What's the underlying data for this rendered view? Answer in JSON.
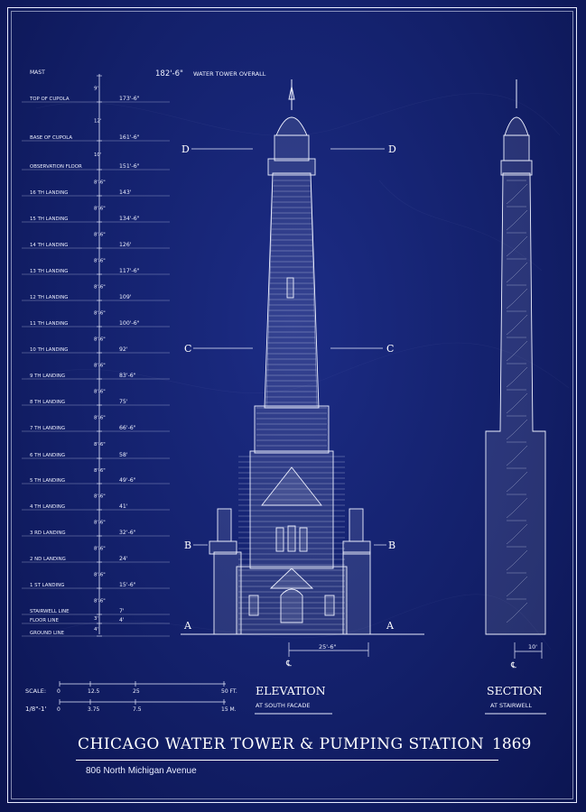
{
  "overall": {
    "label": "WATER TOWER OVERALL",
    "value": "182'-6\""
  },
  "levels": [
    {
      "name": "MAST",
      "value": "182'-6\""
    },
    {
      "name": "TOP OF CUPOLA",
      "value": "173'-6\""
    },
    {
      "name": "BASE OF CUPOLA",
      "value": "161'-6\""
    },
    {
      "name": "OBSERVATION FLOOR",
      "value": "151'-6\""
    },
    {
      "name": "16 TH  LANDING",
      "value": "143'"
    },
    {
      "name": "15 TH  LANDING",
      "value": "134'-6\""
    },
    {
      "name": "14 TH  LANDING",
      "value": "126'"
    },
    {
      "name": "13 TH  LANDING",
      "value": "117'-6\""
    },
    {
      "name": "12 TH  LANDING",
      "value": "109'"
    },
    {
      "name": "11 TH  LANDING",
      "value": "100'-6\""
    },
    {
      "name": "10 TH  LANDING",
      "value": "92'"
    },
    {
      "name": "9 TH  LANDING",
      "value": "83'-6\""
    },
    {
      "name": "8 TH  LANDING",
      "value": "75'"
    },
    {
      "name": "7 TH  LANDING",
      "value": "66'-6\""
    },
    {
      "name": "6 TH  LANDING",
      "value": "58'"
    },
    {
      "name": "5 TH  LANDING",
      "value": "49'-6\""
    },
    {
      "name": "4 TH  LANDING",
      "value": "41'"
    },
    {
      "name": "3 RD  LANDING",
      "value": "32'-6\""
    },
    {
      "name": "2 ND  LANDING",
      "value": "24'"
    },
    {
      "name": "1 ST  LANDING",
      "value": "15'-6\""
    },
    {
      "name": "STAIRWELL LINE",
      "value": "7'"
    },
    {
      "name": "FLOOR LINE",
      "value": "4'"
    },
    {
      "name": "GROUND LINE",
      "value": ""
    }
  ],
  "intervals": [
    "9'",
    "12'",
    "10'",
    "8'-6\"",
    "8'-6\"",
    "8'-6\"",
    "8'-6\"",
    "8'-6\"",
    "8'-6\"",
    "8'-6\"",
    "8'-6\"",
    "8'-6\"",
    "8'-6\"",
    "8'-6\"",
    "8'-6\"",
    "8'-6\"",
    "8'-6\"",
    "8'-6\"",
    "8'-6\"",
    "8'-6\"",
    "3'",
    "4'"
  ],
  "section_marks": {
    "top": "D",
    "upper": "C",
    "lower": "B",
    "base": "A"
  },
  "scale": {
    "label": "SCALE:",
    "ratio": "1/8\"-1'",
    "ft_ticks": [
      "0",
      "12.5",
      "25",
      "50 FT."
    ],
    "m_ticks": [
      "0",
      "3.75",
      "7.5",
      "15 M."
    ]
  },
  "elevation": {
    "title": "ELEVATION",
    "subtitle": "AT SOUTH FACADE",
    "dimension": "25'-6\"",
    "centerline": "℄"
  },
  "section": {
    "title": "SECTION",
    "subtitle": "AT STAIRWELL",
    "dimension": "10'",
    "centerline": "℄"
  },
  "title": "CHICAGO WATER TOWER & PUMPING STATION",
  "year": "1869",
  "address": "806 North Michigan Avenue",
  "colors": {
    "background": "#13206a",
    "lines": "#e8ecff"
  }
}
